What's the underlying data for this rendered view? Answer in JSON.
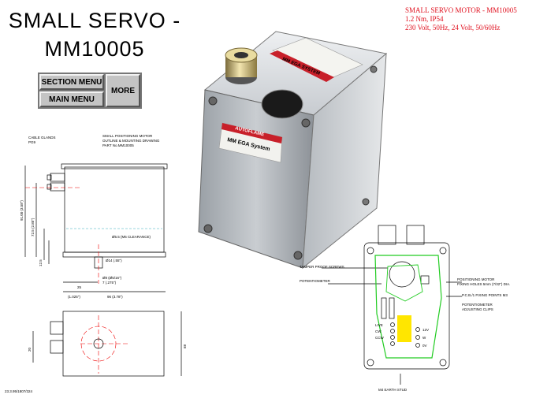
{
  "page": {
    "title_line1": "SMALL SERVO -",
    "title_line2": "MM10005",
    "spec_line1": "SMALL SERVO MOTOR - MM10005",
    "spec_line2": "1.2 Nm, IP54",
    "spec_line3": "230 Volt, 50Hz, 24 Volt, 50/60Hz"
  },
  "nav": {
    "section_menu": "SECTION MENU",
    "main_menu": "MAIN MENU",
    "more": "MORE"
  },
  "photo": {
    "brand": "AUTOFLAME",
    "system": "MM EGA System",
    "side_label": "MM EGA SYSTEM"
  },
  "drawing_left": {
    "header1": "SMALL POSITIONING MOTOR",
    "header2": "OUTLINE & MOUNTING DRAWING",
    "header3": "PART No.MM10005",
    "cable_glands": "CABLE GLANDS",
    "pg9": "PG9",
    "clearance": "Ø5.5 (M5 CLEARANCE)",
    "shaft1": "Ø14 (.55\")",
    "shaft2": "Ø8 (Ø5/16\")",
    "shaft3": "7 (.275\")",
    "dim_91": "91.00 (3.58\")",
    "dim_72": "72.5 (2.85\")",
    "dim_25": "25",
    "dim_25in": "(1.025\")",
    "dim_96": "96 (3.78\")",
    "dim_12": "12.5",
    "dim_20": "20",
    "dim_68": "68",
    "drawing_no": "23.3.95/1807/324"
  },
  "drawing_right": {
    "tamper": "TAMPER PROOF SCREWS",
    "potentiometer": "POTENTIOMETER",
    "holes1": "POSITIONING MOTOR",
    "holes2": "FIXING HOLES 5mm (7/32\") DIA.",
    "pcb": "P.C.B./1 FIXING POINTS M3",
    "clips1": "POTENTIOMETER",
    "clips2": "ADJUSTING CLIPS",
    "live": "LIVE",
    "cw": "CW",
    "ccw": "CCW",
    "t12v": "12V",
    "tw": "W",
    "t0v": "0V",
    "earth": "M4 EARTH STUD"
  }
}
